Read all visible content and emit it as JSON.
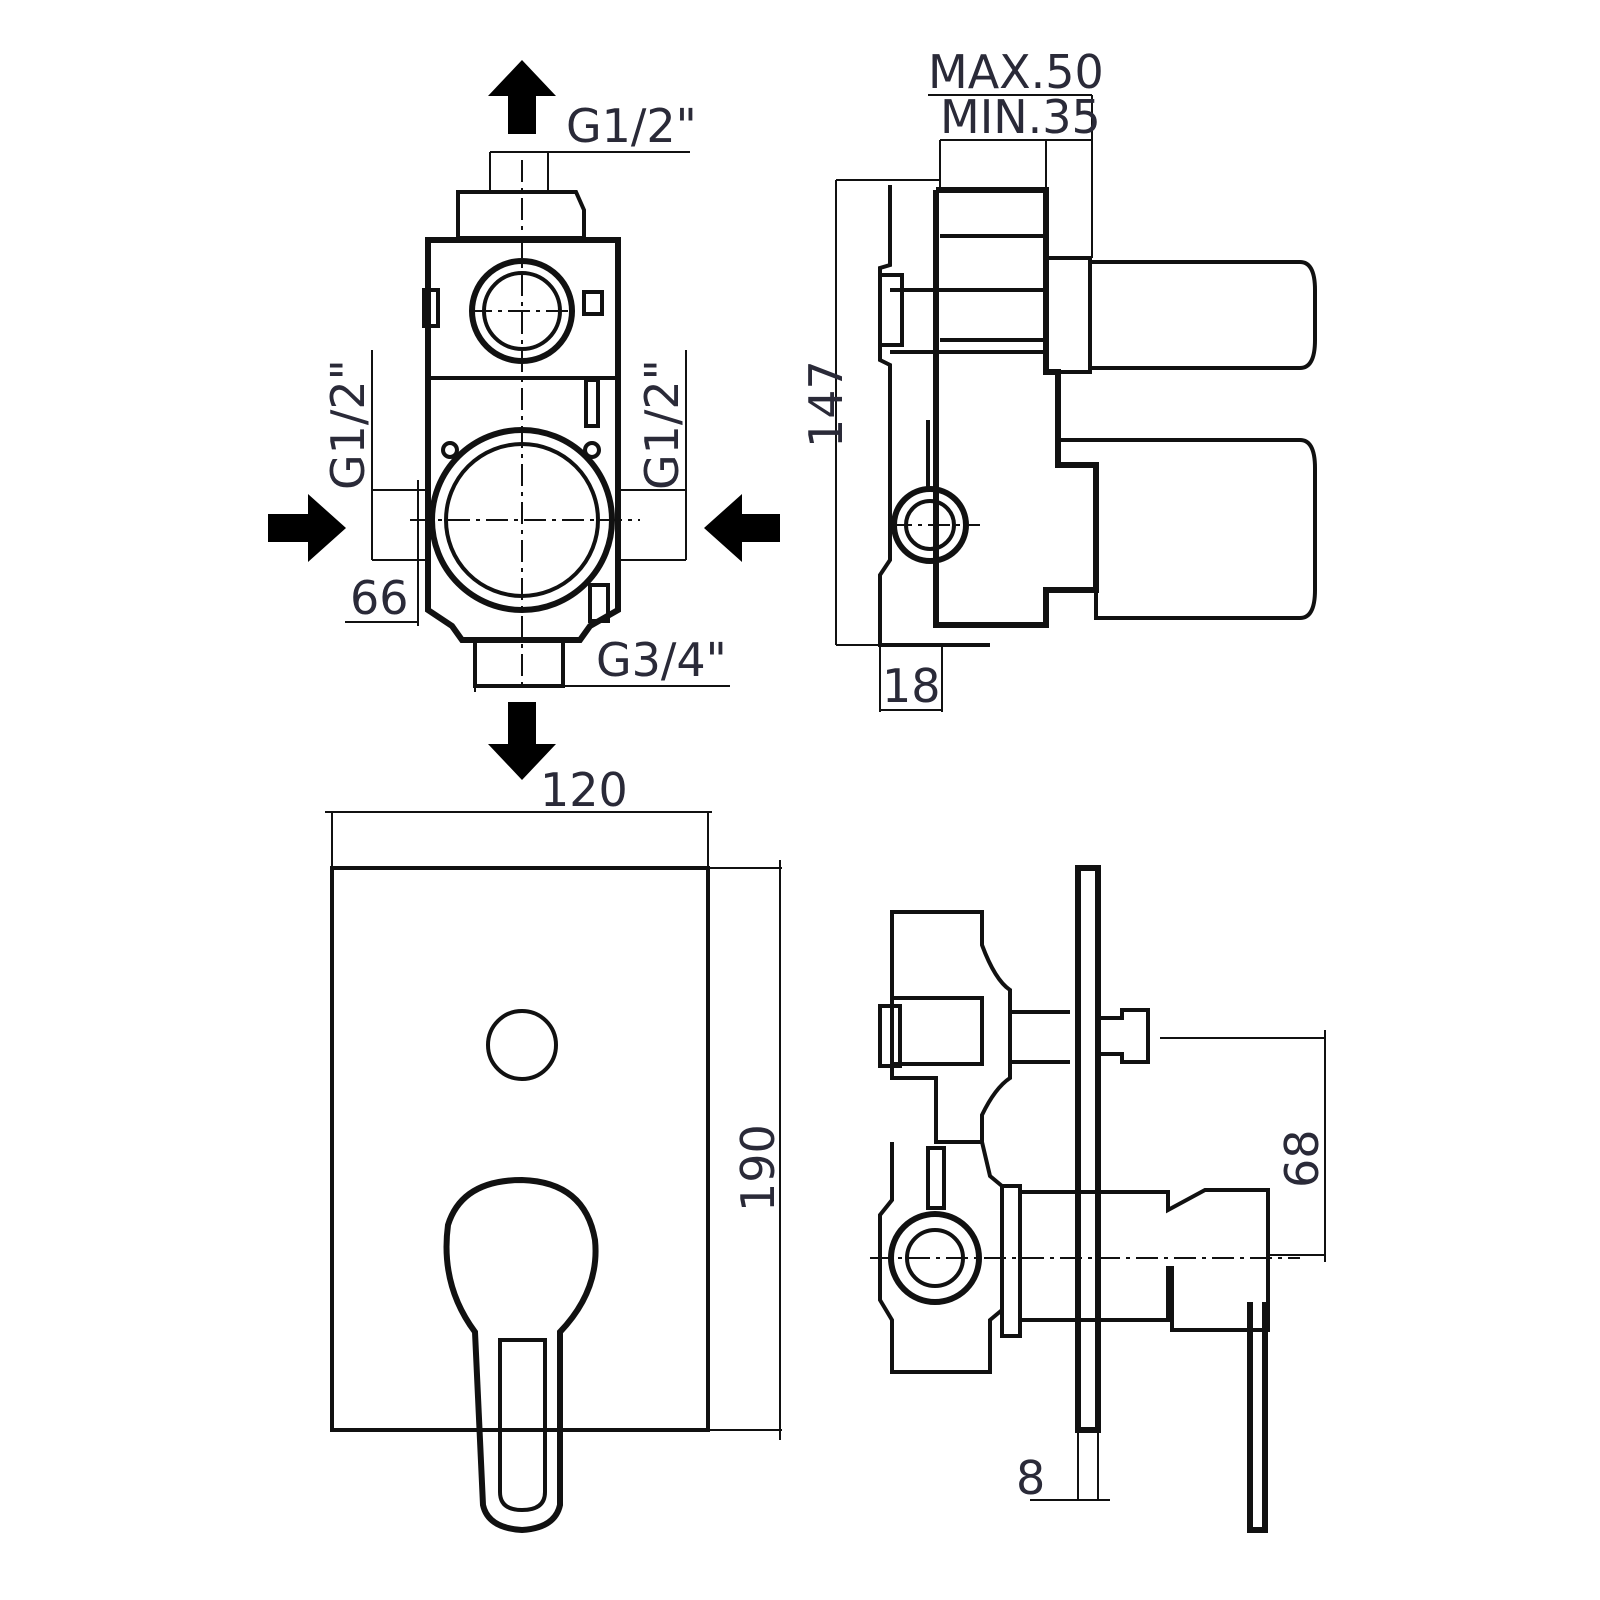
{
  "labels": {
    "top_outlet": "G1/2\"",
    "left_inlet": "G1/2\"",
    "right_inlet": "G1/2\"",
    "left_offset": "66",
    "bottom_outlet": "G3/4\"",
    "wall_max": "MAX.50",
    "wall_min": "MIN.35",
    "body_height": "147",
    "flange_depth": "18",
    "plate_width": "120",
    "plate_height": "190",
    "handle_offset": "68",
    "plate_thickness": "8"
  },
  "colors": {
    "line": "#111111",
    "dimension_text": "#2a2a38",
    "arrow": "#000000"
  }
}
